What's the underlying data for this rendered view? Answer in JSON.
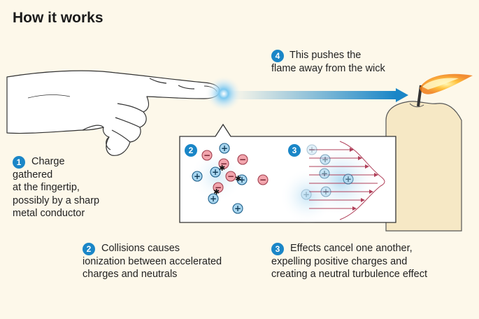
{
  "title": "How it works",
  "steps": [
    {
      "number": "1",
      "text": "Charge\ngathered\nat the fingertip,\npossibly by a sharp\nmetal conductor"
    },
    {
      "number": "2",
      "text": "Collisions causes\nionization between accelerated\ncharges and neutrals"
    },
    {
      "number": "3",
      "text": "Effects cancel one another,\nexpelling positive charges and\ncreating a neutral turbulence effect"
    },
    {
      "number": "4",
      "text": "This pushes the\nflame away from the wick"
    }
  ],
  "inset_labels": {
    "left": "2",
    "right": "3"
  },
  "charge_symbols": {
    "positive": "+",
    "negative": "−"
  },
  "colors": {
    "accent_blue": "#1a86c7",
    "negative_fill": "#f2a5ad",
    "positive_fill": "#a9d6ef",
    "flow_lines": "#b0405a",
    "candle": "#f6e8c5",
    "background": "#fdf8ea"
  }
}
